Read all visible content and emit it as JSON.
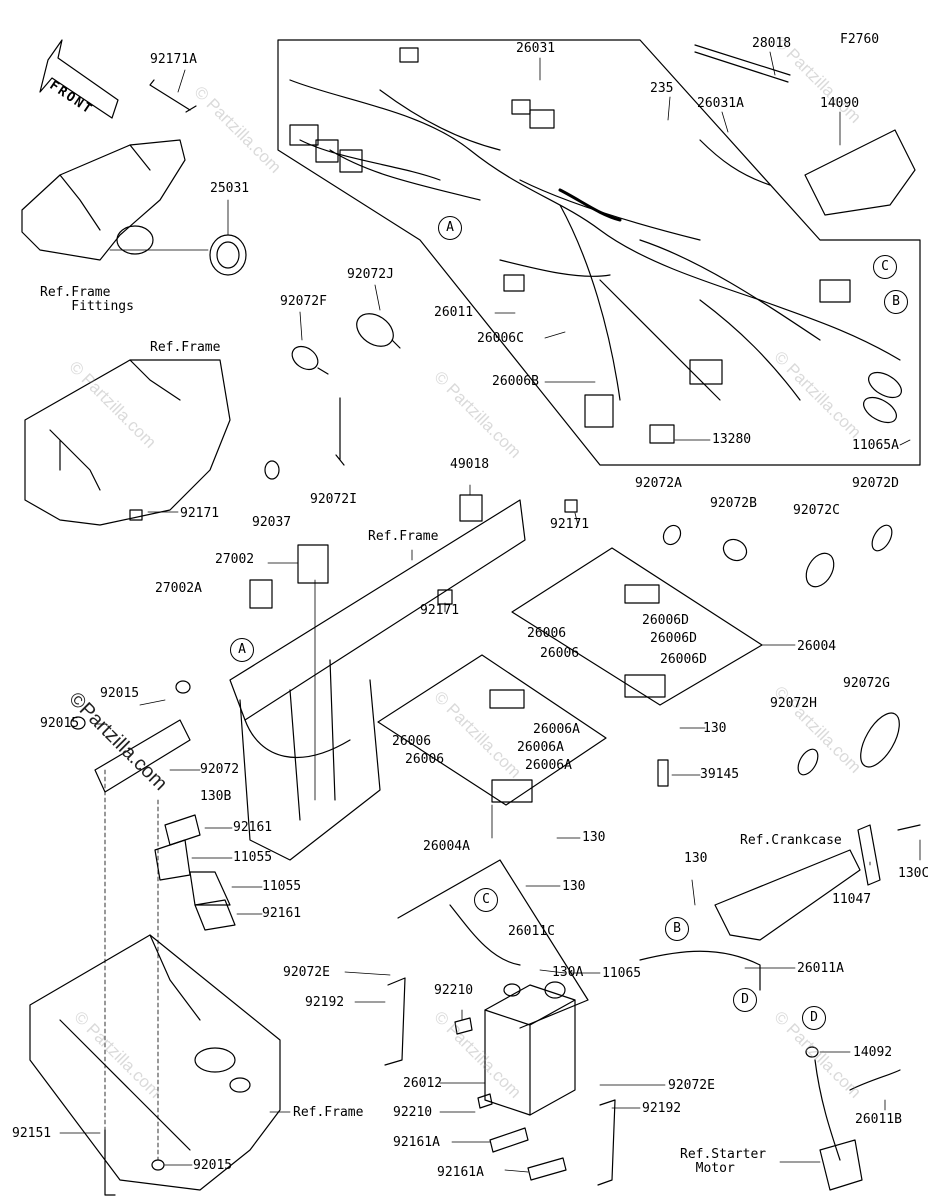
{
  "figure_id": "F2760",
  "front_label": "FRONT",
  "watermark_main": "©Partzilla.com",
  "watermark_faint": "© Partzilla.com",
  "parts": {
    "p92171A": "92171A",
    "p25031": "25031",
    "ref_frame_fittings": "Ref.Frame\n    Fittings",
    "p92072F": "92072F",
    "p92072J": "92072J",
    "ref_frame_1": "Ref.Frame",
    "p92171_1": "92171",
    "p92037": "92037",
    "p92072I": "92072I",
    "p26031": "26031",
    "p235": "235",
    "p28018": "28018",
    "p26031A": "26031A",
    "p14090": "14090",
    "p26011": "26011",
    "p26006C": "26006C",
    "p26006B": "26006B",
    "p13280": "13280",
    "p11065A": "11065A",
    "p49018": "49018",
    "p92171_2": "92171",
    "ref_frame_2": "Ref.Frame",
    "p27002": "27002",
    "p27002A": "27002A",
    "p92171_3": "92171",
    "p92072A": "92072A",
    "p92072B": "92072B",
    "p92072C": "92072C",
    "p92072D": "92072D",
    "p26006_1": "26006",
    "p26006D_1": "26006D",
    "p26006D_2": "26006D",
    "p26006D_3": "26006D",
    "p26006_2": "26006",
    "p26004": "26004",
    "p92072G": "92072G",
    "p92072H": "92072H",
    "p92015_1": "92015",
    "p92015_2": "92015",
    "p92072": "92072",
    "p130B": "130B",
    "p92161_1": "92161",
    "p11055_1": "11055",
    "p11055_2": "11055",
    "p92161_2": "92161",
    "p26006_3": "26006",
    "p26006A_1": "26006A",
    "p26006A_2": "26006A",
    "p26006_4": "26006",
    "p26006A_3": "26006A",
    "p130_1": "130",
    "p39145": "39145",
    "p130_2": "130",
    "p26004A": "26004A",
    "ref_crankcase": "Ref.Crankcase",
    "p130_3": "130",
    "p130C": "130C",
    "p11047": "11047",
    "p130_4": "130",
    "p26011C": "26011C",
    "p130A": "130A",
    "p11065": "11065",
    "p26011A": "26011A",
    "p92072E_1": "92072E",
    "p92192_1": "92192",
    "p92210_1": "92210",
    "p14092": "14092",
    "p26012": "26012",
    "p92072E_2": "92072E",
    "p92192_2": "92192",
    "p26011B": "26011B",
    "p92151": "92151",
    "ref_frame_3": "Ref.Frame",
    "p92210_2": "92210",
    "p92161A_1": "92161A",
    "p92161A_2": "92161A",
    "ref_starter_motor": "Ref.Starter\n  Motor",
    "p92015_3": "92015"
  },
  "callouts": {
    "a1": "A",
    "a2": "A",
    "b1": "B",
    "b2": "B",
    "c1": "C",
    "c2": "C",
    "d1": "D",
    "d2": "D"
  }
}
